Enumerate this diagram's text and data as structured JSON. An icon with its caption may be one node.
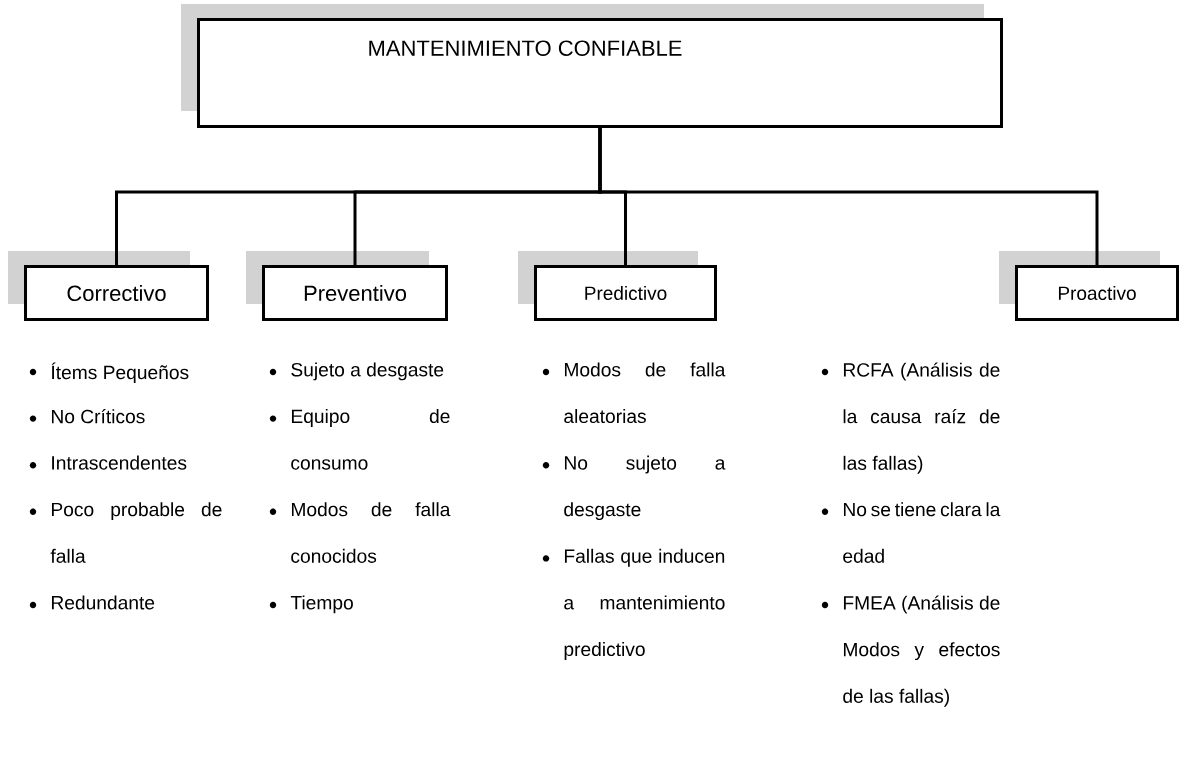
{
  "diagram": {
    "nodes": [
      {
        "text": [
          "MANTENIMIENTO CONFIABLE"
        ]
      },
      {
        "text": [
          "Correctivo"
        ],
        "beside": [
          "Ítems Pequeños",
          "No Críticos",
          "Intrascendentes",
          "Poco probable de falla",
          "Redundante"
        ]
      },
      {
        "text": [
          "Preventivo"
        ],
        "beside": [
          "Sujeto a desgaste",
          "Equipo de consumo",
          "Modos de falla conocidos",
          "Tiempo"
        ]
      },
      {
        "text": [
          "Predictivo"
        ],
        "beside": [
          "Modos de falla aleatorias",
          "No sujeto a desgaste",
          "Fallas que inducen a mantenimiento predictivo"
        ]
      },
      {
        "text": [
          "Proactivo"
        ],
        "beside": [
          "RCFA (Análisis de la causa raíz de las fallas)",
          "No se tiene clara la edad",
          "FMEA (Análisis de Modos y efectos de las fallas)"
        ]
      }
    ],
    "edges": [
      {
        "from": 0,
        "to": 1,
        "arrow": "none"
      },
      {
        "from": 0,
        "to": 2,
        "arrow": "none"
      },
      {
        "from": 0,
        "to": 3,
        "arrow": "none"
      },
      {
        "from": 0,
        "to": 4,
        "arrow": "none"
      }
    ]
  }
}
